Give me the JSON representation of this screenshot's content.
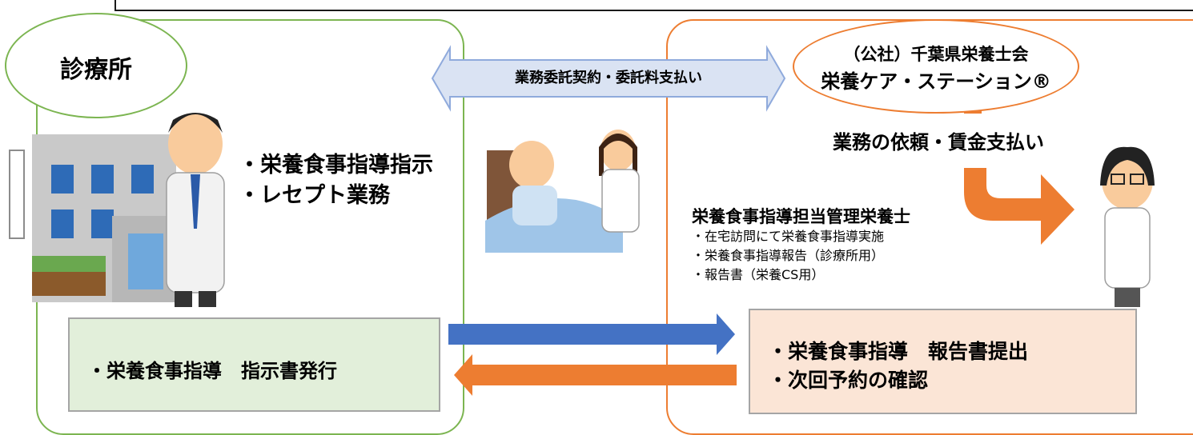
{
  "clinic": {
    "name": "診療所",
    "tasks": [
      "・栄養食事指導指示",
      "・レセプト業務"
    ],
    "instruction_box": "・栄養食事指導　指示書発行"
  },
  "station": {
    "line1": "（公社）千葉県栄養士会",
    "line2": "栄養ケア・ステーション®",
    "request_label": "業務の依頼・賃金支払い",
    "dietitian_title": "栄養食事指導担当管理栄養士",
    "dietitian_tasks": [
      "・在宅訪問にて栄養食事指導実施",
      "・栄養食事指導報告（診療所用）",
      "・報告書（栄養CS用）"
    ],
    "report_box": [
      "・栄養食事指導　報告書提出",
      "・次回予約の確認"
    ]
  },
  "contract_label": "業務委託契約・委託料支払い",
  "colors": {
    "green": "#7cb551",
    "orange": "#ed7d31",
    "blue": "#4472c4",
    "contract_fill": "#dae3f3"
  },
  "icons": [
    "clinic-building-icon",
    "doctor-icon",
    "patient-visit-icon",
    "dietitian-icon",
    "double-arrow-icon",
    "curved-arrow-icon",
    "right-arrow-icon",
    "left-arrow-icon"
  ]
}
